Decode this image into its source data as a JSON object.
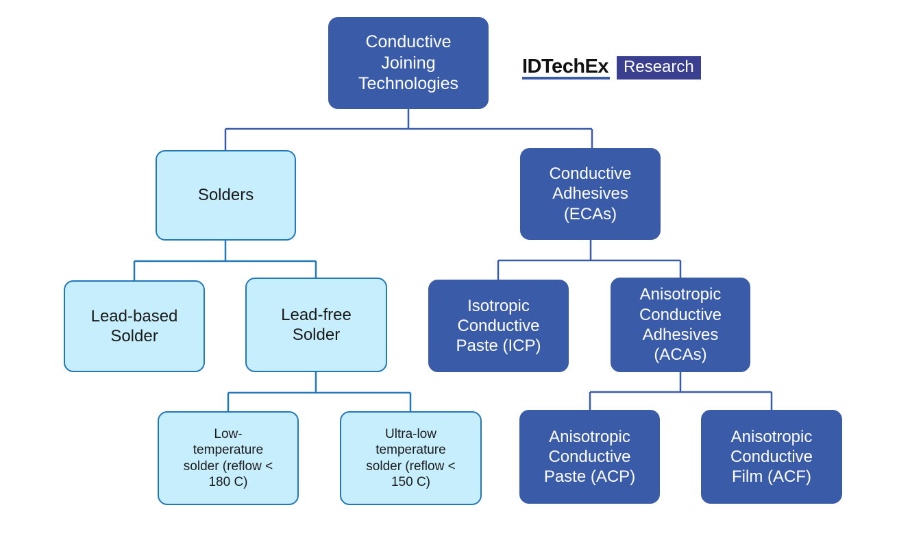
{
  "diagram": {
    "title": "Conductive Joining Technologies",
    "colors": {
      "dark_blue_fill": "#3A5CA8",
      "light_blue_fill": "#C7EEFC",
      "light_blue_border": "#2277B8",
      "dark_connector": "#3A5CA8",
      "light_connector": "#2277B8",
      "background": "#FFFFFF",
      "logo_badge": "#3A3F8F",
      "logo_underline": "#3A5CA8"
    },
    "nodes": {
      "root": "Conductive\nJoining\nTechnologies",
      "solders": "Solders",
      "ecas": "Conductive\nAdhesives\n(ECAs)",
      "lead_based": "Lead-based\nSolder",
      "lead_free": "Lead-free\nSolder",
      "icp": "Isotropic\nConductive\nPaste (ICP)",
      "acas": "Anisotropic\nConductive\nAdhesives\n(ACAs)",
      "low_temp": "Low-\ntemperature\nsolder (reflow <\n180 C)",
      "ultra_low_temp": "Ultra-low\ntemperature\nsolder (reflow <\n150 C)",
      "acp": "Anisotropic\nConductive\nPaste (ACP)",
      "acf": "Anisotropic\nConductive\nFilm (ACF)"
    }
  },
  "logo": {
    "wordmark": "IDTechEx",
    "badge": "Research"
  }
}
